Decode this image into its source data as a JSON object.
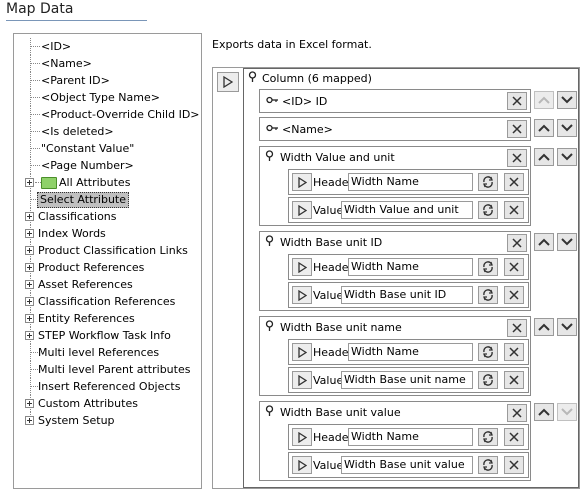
{
  "title": "Map Data",
  "tree": {
    "items": [
      {
        "label": "<ID>"
      },
      {
        "label": "<Name>"
      },
      {
        "label": "<Parent ID>"
      },
      {
        "label": "<Object Type Name>"
      },
      {
        "label": "<Product-Override Child ID>"
      },
      {
        "label": "<Is deleted>"
      },
      {
        "label": "\"Constant Value\""
      },
      {
        "label": "<Page Number>"
      },
      {
        "label": "All Attributes"
      },
      {
        "label": "Select Attribute"
      },
      {
        "label": "Classifications"
      },
      {
        "label": "Index Words"
      },
      {
        "label": "Product Classification Links"
      },
      {
        "label": "Product References"
      },
      {
        "label": "Asset References"
      },
      {
        "label": "Classification References"
      },
      {
        "label": "Entity References"
      },
      {
        "label": "STEP Workflow Task Info"
      },
      {
        "label": "Multi level References"
      },
      {
        "label": "Multi level Parent attributes"
      },
      {
        "label": "Insert Referenced Objects"
      },
      {
        "label": "Custom Attributes"
      },
      {
        "label": "System Setup"
      }
    ]
  },
  "description": "Exports data in Excel format.",
  "mapping": {
    "column_label": "Column (6 mapped)",
    "simple_rows": [
      {
        "label": "<ID> ID"
      },
      {
        "label": "<Name>"
      }
    ],
    "groups": [
      {
        "label": "Width Value and unit",
        "header_label": "Header",
        "header_value": "Width Name",
        "value_label": "Value",
        "value_value": "Width Value and unit"
      },
      {
        "label": "Width Base unit ID",
        "header_label": "Header",
        "header_value": "Width Name",
        "value_label": "Value",
        "value_value": "Width Base unit ID"
      },
      {
        "label": "Width Base unit name",
        "header_label": "Header",
        "header_value": "Width Name",
        "value_label": "Value",
        "value_value": "Width Base unit name"
      },
      {
        "label": "Width Base unit value",
        "header_label": "Header",
        "header_value": "Width Name",
        "value_label": "Value",
        "value_value": "Width Base unit value"
      }
    ]
  },
  "colors": {
    "border": "#9a9a9a",
    "button_bg": "#e6e6e6",
    "folder": "#8fd16a",
    "selected_bg": "#c0c0c0"
  }
}
